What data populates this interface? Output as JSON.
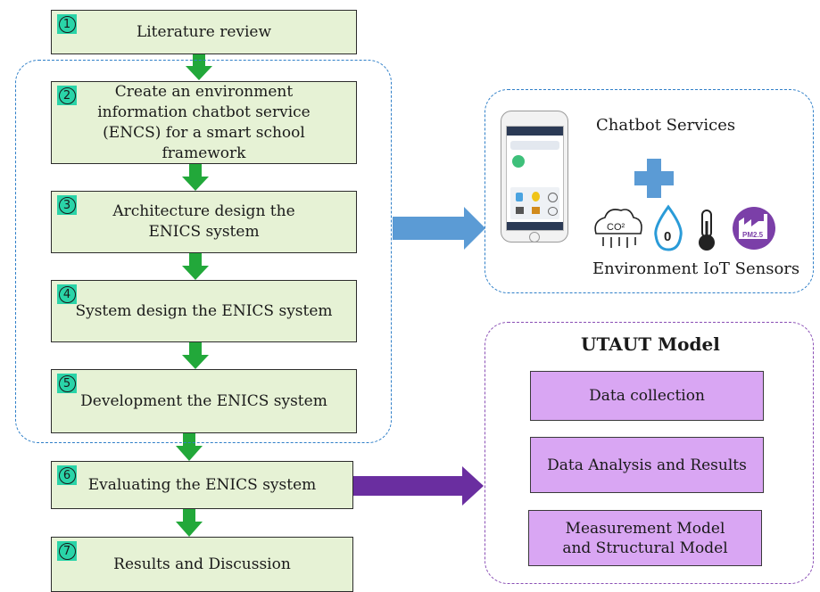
{
  "steps": [
    {
      "num": "1",
      "label": "Literature review"
    },
    {
      "num": "2",
      "label": "Create an environment information chatbot service (ENCS) for a smart school framework"
    },
    {
      "num": "3",
      "label": "Architecture design the ENICS system"
    },
    {
      "num": "4",
      "label": "System design the ENICS system"
    },
    {
      "num": "5",
      "label": "Development the ENICS system"
    },
    {
      "num": "6",
      "label": "Evaluating the ENICS system"
    },
    {
      "num": "7",
      "label": "Results and Discussion"
    }
  ],
  "chatbot_panel": {
    "services_label": "Chatbot Services",
    "sensors_label": "Environment IoT Sensors",
    "co2_label": "CO²",
    "water_label": "0",
    "pm_label": "PM2.5"
  },
  "utaut_panel": {
    "title": "UTAUT Model",
    "items": [
      "Data collection",
      "Data Analysis and Results",
      "Measurement Model and Structural Model"
    ]
  },
  "colors": {
    "step_fill": "#e6f2d5",
    "number_badge": "#2ad4a8",
    "green_arrow": "#22a83a",
    "blue_dash": "#2f7fc8",
    "blue_arrow": "#5b9bd5",
    "purple_dash": "#8a4fb5",
    "purple_arrow": "#6a2ea0",
    "utaut_fill": "#d9a6f3",
    "plus": "#5b9bd5"
  }
}
